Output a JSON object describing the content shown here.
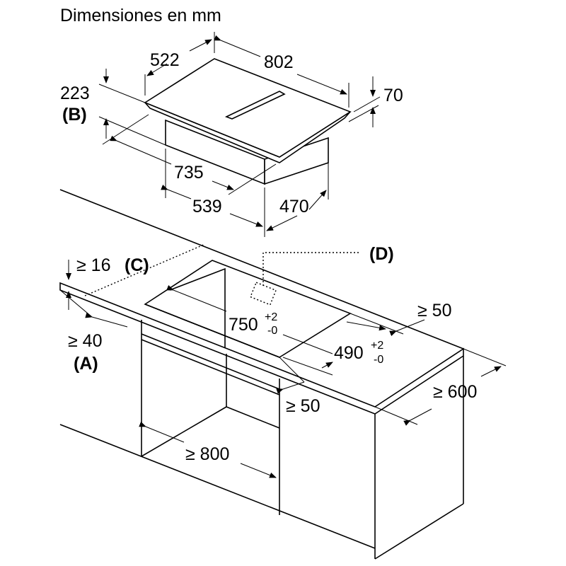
{
  "title": "Dimensiones en mm",
  "hob_dimensions": {
    "depth": "522",
    "width": "802",
    "total_height": "223",
    "total_height_ref": "(B)",
    "top_thickness": "70",
    "body_width": "735",
    "body_depth_front": "539",
    "body_depth_side": "470"
  },
  "installation": {
    "min_worktop_thickness": "≥ 16",
    "ref_c": "(C)",
    "min_front_distance": "≥ 40",
    "ref_a": "(A)",
    "ref_d": "(D)",
    "cutout_width": "750",
    "cutout_width_tol_plus": "+2",
    "cutout_width_tol_minus": "-0",
    "cutout_depth": "490",
    "cutout_depth_tol_plus": "+2",
    "cutout_depth_tol_minus": "-0",
    "min_back_distance": "≥ 50",
    "min_side_distance": "≥ 50",
    "min_worktop_depth": "≥ 600",
    "min_cabinet_width": "≥ 800"
  }
}
